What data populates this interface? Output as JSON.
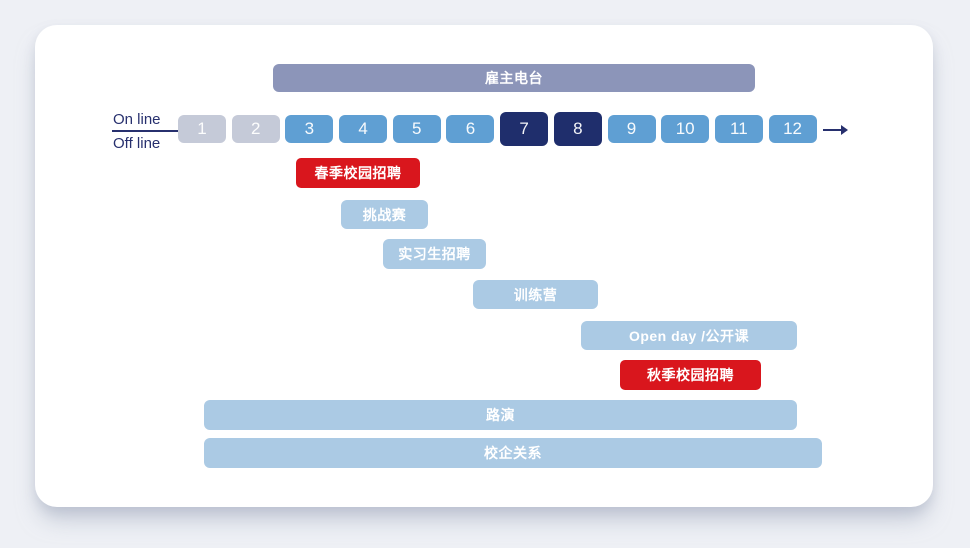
{
  "colors": {
    "page_background": "#eef0f5",
    "card_background": "#ffffff",
    "axis_navy": "#27306e",
    "month_inactive_gray": "#c5cad8",
    "month_active_blue": "#5f9fd3",
    "month_peak_navy": "#1f2e6c",
    "activity_light_blue": "#abcae4",
    "activity_highlight_red": "#d9161d",
    "header_bar_purple": "#8c95b9"
  },
  "header_bar": {
    "label": "雇主电台"
  },
  "axis": {
    "online_label": "On line",
    "offline_label": "Off line",
    "months": [
      {
        "label": "1",
        "state": "inactive"
      },
      {
        "label": "2",
        "state": "inactive"
      },
      {
        "label": "3",
        "state": "active"
      },
      {
        "label": "4",
        "state": "active"
      },
      {
        "label": "5",
        "state": "active"
      },
      {
        "label": "6",
        "state": "active"
      },
      {
        "label": "7",
        "state": "peak"
      },
      {
        "label": "8",
        "state": "peak"
      },
      {
        "label": "9",
        "state": "active"
      },
      {
        "label": "10",
        "state": "active"
      },
      {
        "label": "11",
        "state": "active"
      },
      {
        "label": "12",
        "state": "active"
      }
    ]
  },
  "activities": [
    {
      "label": "春季校园招聘",
      "type": "highlight-red"
    },
    {
      "label": "挑战赛",
      "type": "standard"
    },
    {
      "label": "实习生招聘",
      "type": "standard"
    },
    {
      "label": "训练营",
      "type": "standard"
    },
    {
      "label": "Open day /公开课",
      "type": "standard"
    },
    {
      "label": "秋季校园招聘",
      "type": "highlight-red"
    },
    {
      "label": "路演",
      "type": "standard"
    },
    {
      "label": "校企关系",
      "type": "standard"
    }
  ],
  "chart_data": {
    "type": "bar",
    "variant": "gantt-timeline",
    "title": "",
    "xlabel": "month",
    "x_range": [
      1,
      13
    ],
    "x_ticks": [
      "1",
      "2",
      "3",
      "4",
      "5",
      "6",
      "7",
      "8",
      "9",
      "10",
      "11",
      "12"
    ],
    "x_ticks_inactive": [
      "1",
      "2"
    ],
    "x_ticks_highlighted": [
      "7",
      "8"
    ],
    "axis_row_labels": [
      "On line",
      "Off line"
    ],
    "grid": false,
    "legend": false,
    "rows": [
      {
        "label": "雇主电台",
        "start_month": 2.8,
        "end_month": 11.8,
        "color": "#8c95b9"
      },
      {
        "label": "春季校园招聘",
        "start_month": 3.2,
        "end_month": 5.5,
        "color": "#d9161d"
      },
      {
        "label": "挑战赛",
        "start_month": 4.0,
        "end_month": 5.7,
        "color": "#abcae4"
      },
      {
        "label": "实习生招聘",
        "start_month": 4.8,
        "end_month": 6.7,
        "color": "#abcae4"
      },
      {
        "label": "训练营",
        "start_month": 6.5,
        "end_month": 8.8,
        "color": "#abcae4"
      },
      {
        "label": "Open day /公开课",
        "start_month": 8.5,
        "end_month": 12.5,
        "color": "#abcae4"
      },
      {
        "label": "秋季校园招聘",
        "start_month": 9.2,
        "end_month": 11.9,
        "color": "#d9161d"
      },
      {
        "label": "路演",
        "start_month": 1.5,
        "end_month": 12.5,
        "color": "#abcae4"
      },
      {
        "label": "校企关系",
        "start_month": 1.5,
        "end_month": 13.0,
        "color": "#abcae4"
      }
    ]
  }
}
